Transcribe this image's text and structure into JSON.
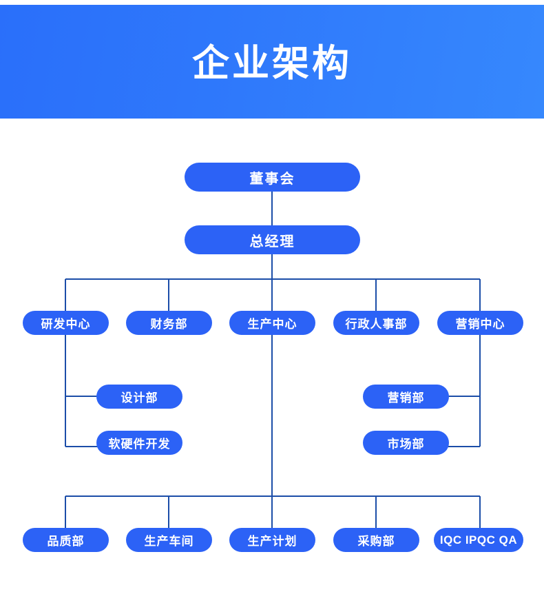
{
  "header": {
    "title": "企业架构",
    "gradient_from": "#2a6ffa",
    "gradient_to": "#3688fd"
  },
  "theme": {
    "node_fill": "#2c62f6",
    "node_text": "#ffffff",
    "connector": "#1b4da8",
    "page_background": "#ffffff"
  },
  "chart_data": {
    "type": "diagram",
    "diagram_kind": "org-chart",
    "title": "企业架构",
    "levels": [
      {
        "level": 1,
        "nodes": [
          {
            "id": "board",
            "label": "董事会"
          }
        ]
      },
      {
        "level": 2,
        "nodes": [
          {
            "id": "gm",
            "label": "总经理"
          }
        ]
      },
      {
        "level": 3,
        "nodes": [
          {
            "id": "rnd",
            "label": "研发中心"
          },
          {
            "id": "finance",
            "label": "财务部"
          },
          {
            "id": "production",
            "label": "生产中心"
          },
          {
            "id": "admin-hr",
            "label": "行政人事部"
          },
          {
            "id": "marketing-center",
            "label": "营销中心"
          }
        ]
      },
      {
        "level": 4,
        "nodes": [
          {
            "id": "design",
            "label": "设计部",
            "parent": "rnd"
          },
          {
            "id": "sw-hw-dev",
            "label": "软硬件开发",
            "parent": "rnd"
          },
          {
            "id": "marketing-dept",
            "label": "营销部",
            "parent": "marketing-center"
          },
          {
            "id": "market-dept",
            "label": "市场部",
            "parent": "marketing-center"
          }
        ]
      },
      {
        "level": 5,
        "nodes": [
          {
            "id": "quality",
            "label": "品质部",
            "parent": "production"
          },
          {
            "id": "workshop",
            "label": "生产车间",
            "parent": "production"
          },
          {
            "id": "prod-plan",
            "label": "生产计划",
            "parent": "production"
          },
          {
            "id": "purchasing",
            "label": "采购部",
            "parent": "production"
          },
          {
            "id": "iqc-ipqc-qa",
            "label": "IQC IPQC QA",
            "parent": "production"
          }
        ]
      }
    ],
    "edges": [
      {
        "from": "board",
        "to": "gm"
      },
      {
        "from": "gm",
        "to": "rnd"
      },
      {
        "from": "gm",
        "to": "finance"
      },
      {
        "from": "gm",
        "to": "production"
      },
      {
        "from": "gm",
        "to": "admin-hr"
      },
      {
        "from": "gm",
        "to": "marketing-center"
      },
      {
        "from": "rnd",
        "to": "design"
      },
      {
        "from": "rnd",
        "to": "sw-hw-dev"
      },
      {
        "from": "marketing-center",
        "to": "marketing-dept"
      },
      {
        "from": "marketing-center",
        "to": "market-dept"
      },
      {
        "from": "production",
        "to": "quality"
      },
      {
        "from": "production",
        "to": "workshop"
      },
      {
        "from": "production",
        "to": "prod-plan"
      },
      {
        "from": "production",
        "to": "purchasing"
      },
      {
        "from": "production",
        "to": "iqc-ipqc-qa"
      }
    ]
  }
}
